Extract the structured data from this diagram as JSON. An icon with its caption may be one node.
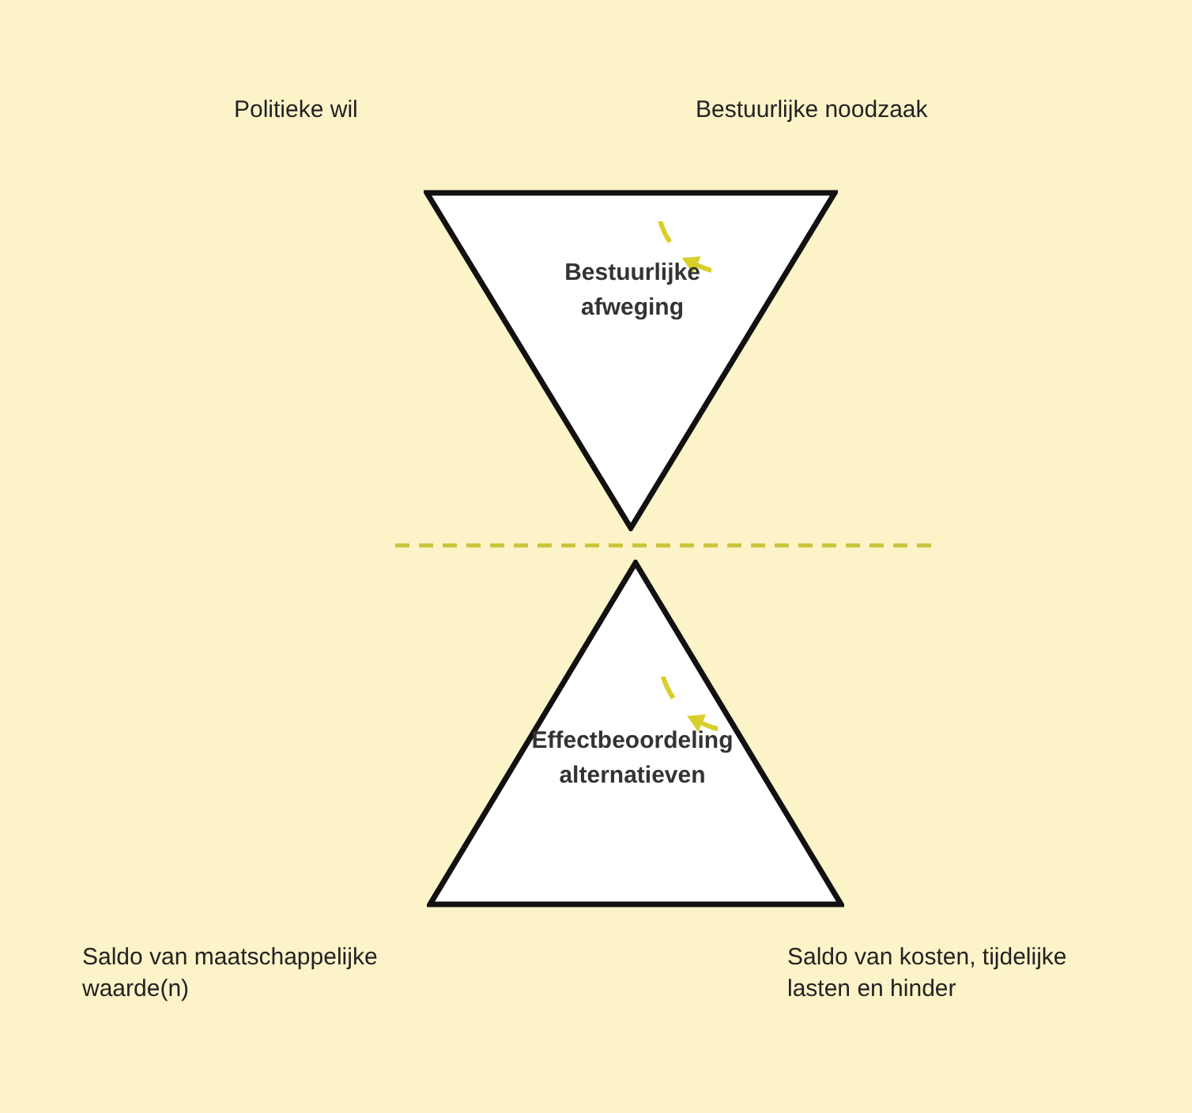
{
  "diagram": {
    "nodes": [
      {
        "text": [
          "Bestuurlijke afweging"
        ]
      },
      {
        "text": [
          "Effectbeoordeling alternatieven"
        ]
      }
    ],
    "labels": [
      "Politieke wil",
      "Bestuurlijke noodzaak",
      "Saldo van maatschappelijke waarde(n)",
      "Saldo van kosten, tijdelijke lasten en hinder"
    ]
  }
}
